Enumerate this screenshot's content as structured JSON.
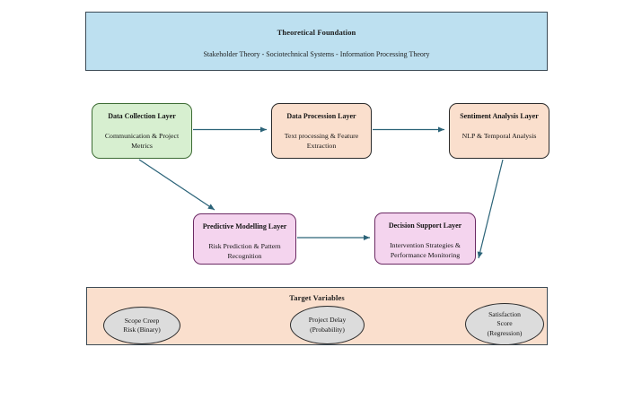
{
  "diagram": {
    "theory_band": {
      "title": "Theoretical Foundation",
      "subtitle": "Stakeholder Theory - Sociotechnical Systems - Information Processing Theory",
      "fill": "#bde0f0",
      "border": "#3b4a55"
    },
    "target_band": {
      "title": "Target Variables",
      "fill": "#fadfcd",
      "border": "#3b4a55"
    },
    "nodes": [
      {
        "id": "data-collection-layer",
        "title": "Data Collection Layer",
        "subtitle": "Communication & Project Metrics",
        "fill": "#d7efd0"
      },
      {
        "id": "data-procession-layer",
        "title": "Data Procession Layer",
        "subtitle": "Text processing & Feature Extraction",
        "fill": "#fadfcd"
      },
      {
        "id": "sentiment-analysis-layer",
        "title": "Sentiment Analysis Layer",
        "subtitle": "NLP & Temporal Analysis",
        "fill": "#fadfcd"
      },
      {
        "id": "predictive-modelling-layer",
        "title": "Predictive Modelling Layer",
        "subtitle": "Risk Prediction & Pattern Recognition",
        "fill": "#f4d4ee"
      },
      {
        "id": "decision-support-layer",
        "title": "Decision Support Layer",
        "subtitle": "Intervention Strategies & Performance Monitoring",
        "fill": "#f4d4ee"
      }
    ],
    "targets": [
      {
        "id": "scope-creep",
        "label": "Scope Creep\nRisk (Binary)",
        "fill": "#dcdcdc"
      },
      {
        "id": "project-delay",
        "label": "Project Delay\n(Probability)",
        "fill": "#dcdcdc"
      },
      {
        "id": "satisfaction-score",
        "label": "Satisfaction\nScore\n(Regression)",
        "fill": "#dcdcdc"
      }
    ],
    "edges": {
      "color": "#2b6378",
      "list": [
        {
          "from": "data-collection-layer",
          "to": "data-procession-layer"
        },
        {
          "from": "data-procession-layer",
          "to": "sentiment-analysis-layer"
        },
        {
          "from": "data-collection-layer",
          "to": "predictive-modelling-layer"
        },
        {
          "from": "predictive-modelling-layer",
          "to": "decision-support-layer"
        },
        {
          "from": "sentiment-analysis-layer",
          "to": "decision-support-layer"
        }
      ]
    }
  }
}
